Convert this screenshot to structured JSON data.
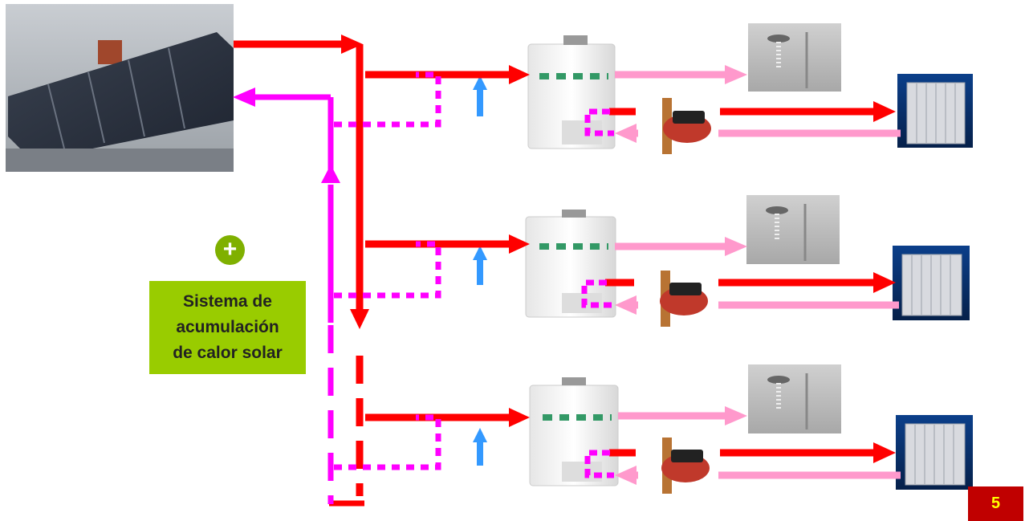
{
  "label": {
    "text": "Sistema de\nacumulación\nde calor solar"
  },
  "badge": {
    "symbol": "+"
  },
  "page": {
    "number": "5"
  },
  "colors": {
    "hot": "#ff0000",
    "return": "#ff00ff",
    "warm": "#ff99cc",
    "cold_in": "#3399ff",
    "exchanger": "#339966",
    "label_bg": "#99cc00",
    "badge_bg": "#7fb000",
    "page_bg": "#c00000",
    "page_text": "#ffff00"
  },
  "icons": {
    "collector": "solar-panel-photo",
    "boiler": "wall-boiler-icon",
    "pump": "circulation-pump-icon",
    "shower": "shower-photo",
    "radiator": "radiator-icon"
  }
}
